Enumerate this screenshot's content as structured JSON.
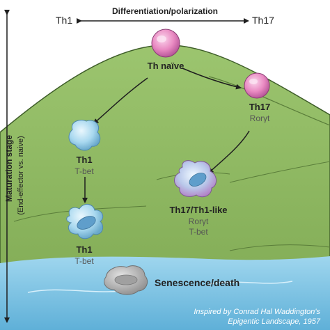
{
  "header": {
    "axis_title": "Differentiation/polarization",
    "left_pole": "Th1",
    "right_pole": "Th17"
  },
  "side_axis": {
    "title": "Maturation stage",
    "subtitle": "(End-effector vs. naive)"
  },
  "cells": {
    "naive": {
      "name": "Th naïve"
    },
    "th17": {
      "name": "Th17",
      "marker": "Rorγt"
    },
    "th1_upper": {
      "name": "Th1",
      "marker": "T-bet"
    },
    "th1_lower": {
      "name": "Th1",
      "marker": "T-bet"
    },
    "th17_th1_like": {
      "name": "Th17/Th1-like",
      "marker1": "Rorγt",
      "marker2": "T-bet"
    }
  },
  "fate": {
    "label": "Senescence/death"
  },
  "caption": {
    "line1": "Inspired by Conrad Hal Waddington's",
    "line2": "Epigentic Landscape, 1957"
  },
  "colors": {
    "hill": "#8cb560",
    "water": "#7fc6e4",
    "naive_cell": "#e58cc0",
    "th1_cell": "#a8d8ef",
    "th17_th1_cell": "#c9a2d6",
    "dead_cell": "#b4b4b4"
  }
}
